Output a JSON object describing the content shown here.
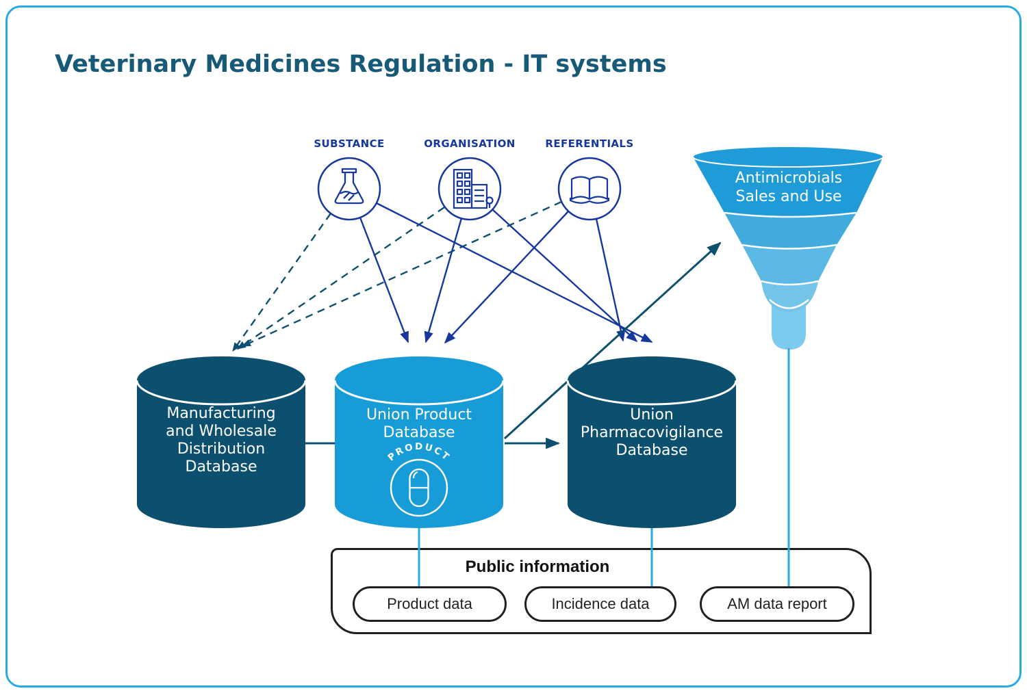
{
  "title": "Veterinary Medicines Regulation - IT systems",
  "sources": [
    {
      "label": "SUBSTANCE",
      "icon": "flask-icon"
    },
    {
      "label": "ORGANISATION",
      "icon": "building-icon"
    },
    {
      "label": "REFERENTIALS",
      "icon": "open-book-icon"
    }
  ],
  "funnel": {
    "label": "Antimicrobials\nSales and Use"
  },
  "databases": [
    {
      "label": "Manufacturing\nand Wholesale\nDistribution\nDatabase"
    },
    {
      "label": "Union Product\nDatabase",
      "badge": "PRODUCT",
      "badge_icon": "pill-capsule-icon"
    },
    {
      "label": "Union\nPharmacovigilance\nDatabase"
    }
  ],
  "public_information": {
    "heading": "Public information",
    "items": [
      {
        "label": "Product data"
      },
      {
        "label": "Incidence data"
      },
      {
        "label": "AM data report"
      }
    ]
  },
  "colors": {
    "frame_blue": "#29abe2",
    "navy_arrows_icons": "#16379e",
    "dark_teal_db": "#0d4f6e",
    "bright_blue_db": "#189cd8",
    "funnel_band_1": "#1f9cd8",
    "funnel_band_2": "#41abdd",
    "funnel_band_3": "#5cb8e4",
    "funnel_band_4": "#74c3e9",
    "funnel_spout": "#7ccaee",
    "connector_light_blue": "#29abe2",
    "title_color": "#175a78",
    "outline_black": "#231f20"
  }
}
